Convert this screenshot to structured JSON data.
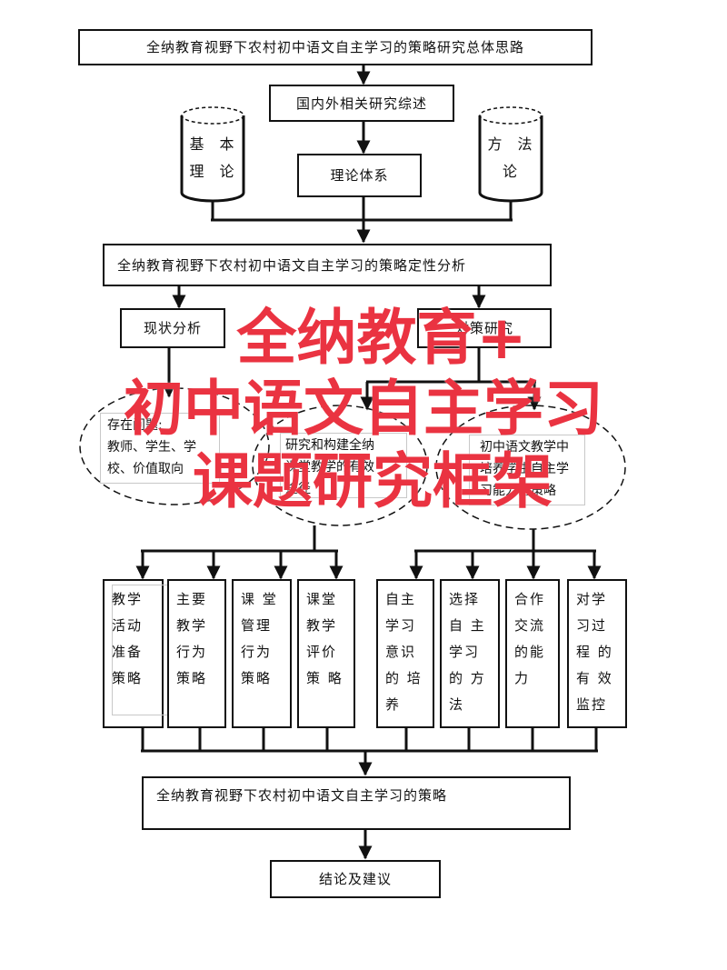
{
  "colors": {
    "line": "#111111",
    "overlay": "#ea3341"
  },
  "header": {
    "title": "全纳教育视野下农村初中语文自主学习的策略研究总体思路"
  },
  "review": {
    "label": "国内外相关研究综述"
  },
  "cylinders": {
    "left": {
      "lines": [
        "基 本",
        "理 论"
      ]
    },
    "right": {
      "lines": [
        "方 法",
        "论"
      ]
    }
  },
  "theory": {
    "label": "理论体系"
  },
  "qualitative": {
    "label": "全纳教育视野下农村初中语文自主学习的策略定性分析"
  },
  "status": {
    "label": "现状分析"
  },
  "countermeasure": {
    "label": "对策研究"
  },
  "ellipses": {
    "problems": {
      "lines": [
        "存在问题:",
        "教师、学生、学",
        "校、价值取向"
      ]
    },
    "classroom": {
      "lines": [
        "研究和构建全纳",
        "课堂教学的有效",
        "途径"
      ]
    },
    "teaching": {
      "lines": [
        "初中语文教学中",
        "培养学生自主学",
        "习能力的策略"
      ]
    }
  },
  "strategies": [
    {
      "lines": [
        "教学",
        "活动",
        "准备",
        "策略"
      ]
    },
    {
      "lines": [
        "主要",
        "教学",
        "行为",
        "策略"
      ]
    },
    {
      "lines": [
        "课 堂",
        "管理",
        "行为",
        "策略"
      ]
    },
    {
      "lines": [
        "课堂",
        "教学",
        "评价",
        "策 略"
      ]
    },
    {
      "lines": [
        "自主",
        "学习",
        "意识",
        "的 培",
        "养"
      ]
    },
    {
      "lines": [
        "选择",
        " 自 主",
        "学习",
        "的 方",
        "法"
      ]
    },
    {
      "lines": [
        "合作",
        "交流",
        "的能",
        "力"
      ]
    },
    {
      "lines": [
        "对学",
        "习过",
        "程 的",
        "有 效",
        "监控"
      ]
    }
  ],
  "strategy_summary": {
    "label": "全纳教育视野下农村初中语文自主学习的策略"
  },
  "conclusion": {
    "label": "结论及建议"
  },
  "overlay": {
    "line1": "全纳教育+",
    "line2": "初中语文自主学习",
    "line3": "课题研究框架"
  }
}
